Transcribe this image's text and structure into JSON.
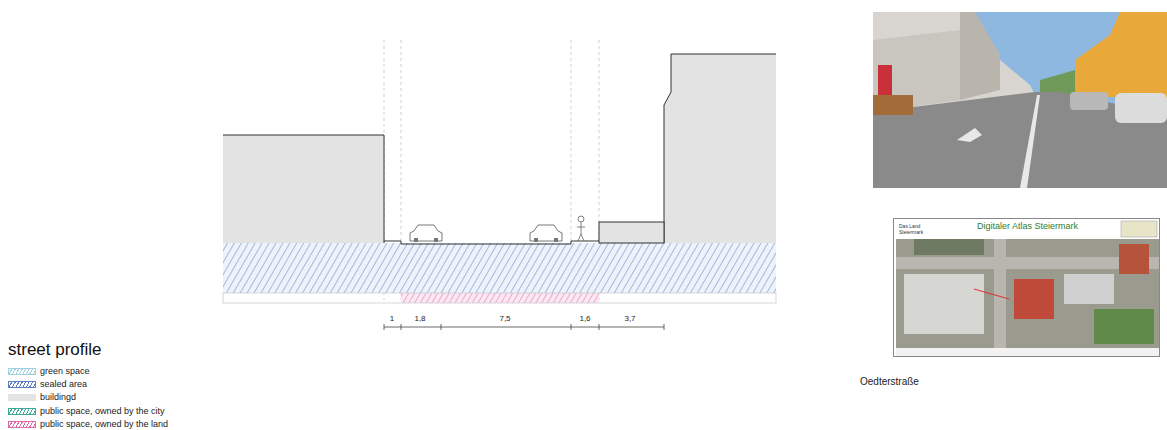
{
  "diagram": {
    "title": "street profile",
    "nodes": [
      {
        "text": [
          "Digitaler Atlas Steiermark",
          "Das Land Steiermark"
        ]
      }
    ],
    "labels": [
      "1",
      "1,8",
      "7,5",
      "1,6",
      "3,7",
      "Oedterstraße"
    ],
    "legend": [
      {
        "text": "green space",
        "color": "#9ecfe0"
      },
      {
        "text": "sealed area",
        "color": "#5b7fc0"
      },
      {
        "text": "buildingd",
        "color": "#e3e3e3"
      },
      {
        "text": "public space, owned by the city",
        "color": "#3fa89a"
      },
      {
        "text": "public space, owned by the land",
        "color": "#e06aa8"
      }
    ]
  }
}
